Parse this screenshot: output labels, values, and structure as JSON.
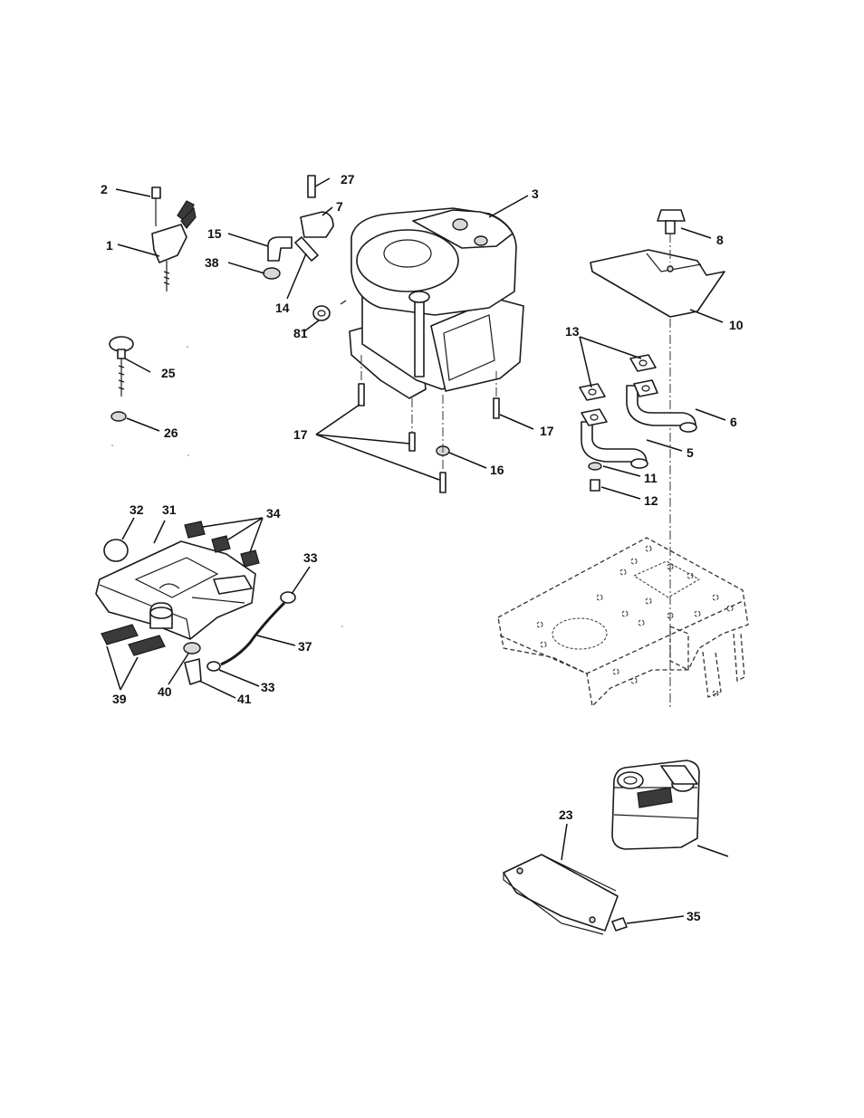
{
  "callouts": {
    "c1": "1",
    "c2": "2",
    "c3": "3",
    "c5": "5",
    "c6": "6",
    "c7": "7",
    "c8": "8",
    "c10": "10",
    "c11": "11",
    "c12": "12",
    "c13": "13",
    "c14": "14",
    "c15": "15",
    "c16": "16",
    "c17a": "17",
    "c17b": "17",
    "c23": "23",
    "c25": "25",
    "c26": "26",
    "c27": "27",
    "c31": "31",
    "c32": "32",
    "c33a": "33",
    "c33b": "33",
    "c34": "34",
    "c35": "35",
    "c37": "37",
    "c38": "38",
    "c39": "39",
    "c40": "40",
    "c41": "41",
    "c81": "81"
  },
  "icons": {
    "engine": "engine-icon",
    "muffler": "muffler-icon",
    "frame": "chassis-frame-icon",
    "air_cleaner": "air-cleaner-icon"
  }
}
